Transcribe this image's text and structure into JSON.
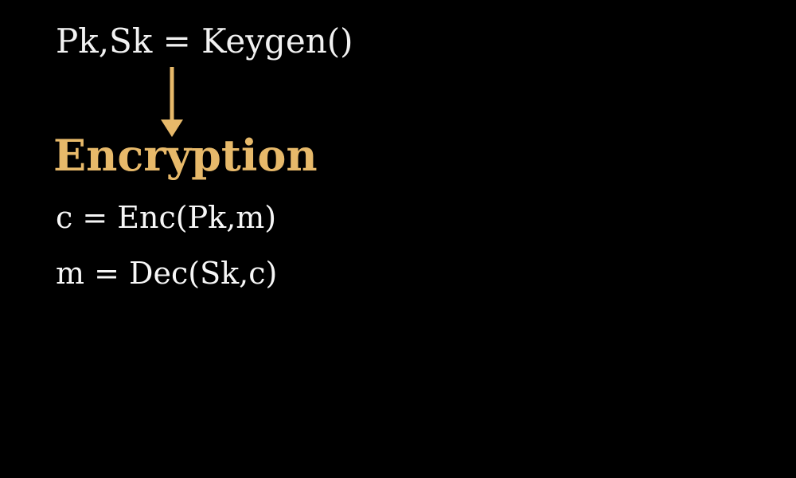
{
  "diagram": {
    "keygen": "Pk,Sk = Keygen()",
    "title": "Encryption",
    "equations": [
      "c = Enc(Pk,m)",
      "m = Dec(Sk,c)"
    ]
  },
  "colors": {
    "background": "#000000",
    "accent": "#e7b96a",
    "text": "#f2f2f2"
  },
  "icons": {
    "arrow": "arrow-down-icon"
  }
}
